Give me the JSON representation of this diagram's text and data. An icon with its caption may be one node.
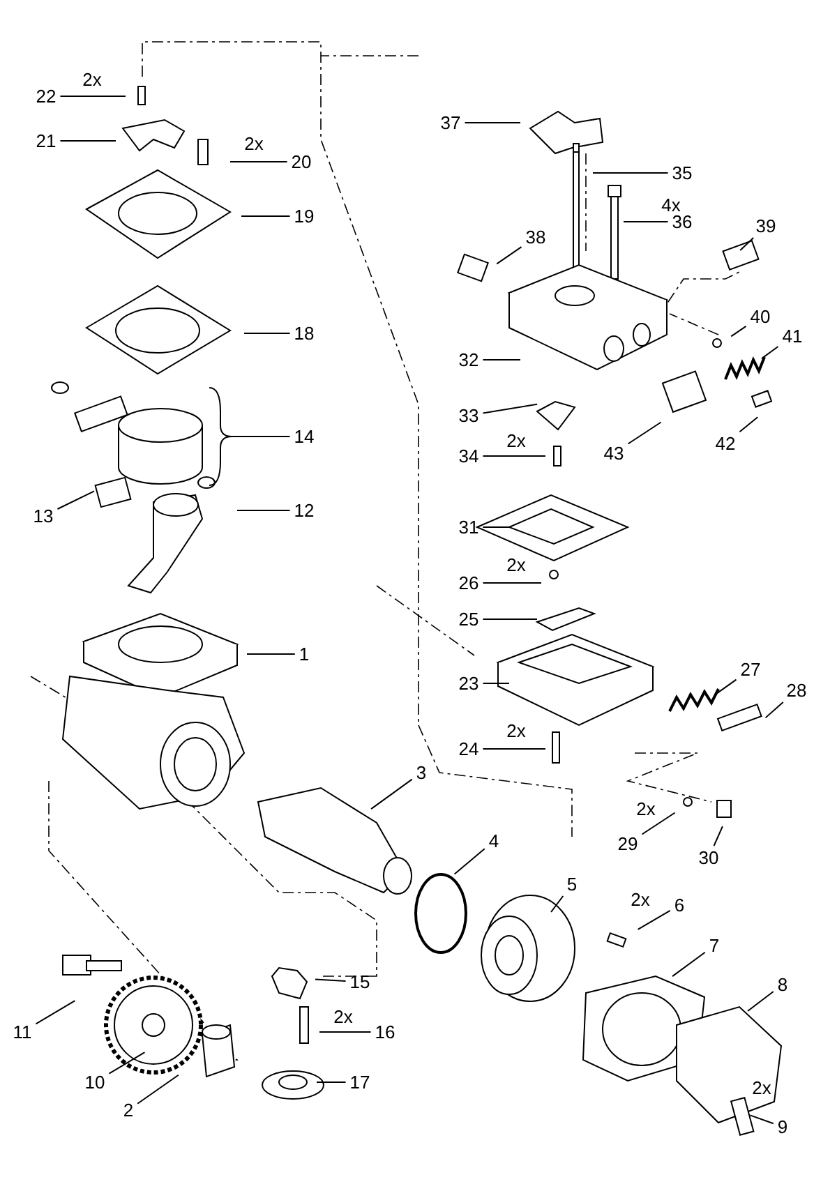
{
  "diagram": {
    "nodes": [
      {
        "text": [
          "22"
        ],
        "beside": [
          "2x"
        ]
      },
      {
        "text": [
          "21"
        ]
      },
      {
        "text": [
          "37"
        ]
      },
      {
        "text": [
          "20"
        ],
        "beside": [
          "2x"
        ]
      },
      {
        "text": [
          "35"
        ]
      },
      {
        "text": [
          "19"
        ]
      },
      {
        "text": [
          "36"
        ],
        "beside": [
          "4x"
        ]
      },
      {
        "text": [
          "39"
        ]
      },
      {
        "text": [
          "38"
        ]
      },
      {
        "text": [
          "18"
        ]
      },
      {
        "text": [
          "40"
        ]
      },
      {
        "text": [
          "41"
        ]
      },
      {
        "text": [
          "32"
        ]
      },
      {
        "text": [
          "33"
        ]
      },
      {
        "text": [
          "14"
        ]
      },
      {
        "text": [
          "42"
        ]
      },
      {
        "text": [
          "43"
        ]
      },
      {
        "text": [
          "34"
        ],
        "beside": [
          "2x"
        ]
      },
      {
        "text": [
          "13"
        ]
      },
      {
        "text": [
          "12"
        ]
      },
      {
        "text": [
          "31"
        ]
      },
      {
        "text": [
          "26"
        ],
        "beside": [
          "2x"
        ]
      },
      {
        "text": [
          "25"
        ]
      },
      {
        "text": [
          "1"
        ]
      },
      {
        "text": [
          "23"
        ]
      },
      {
        "text": [
          "27"
        ]
      },
      {
        "text": [
          "28"
        ]
      },
      {
        "text": [
          "24"
        ],
        "beside": [
          "2x"
        ]
      },
      {
        "text": [
          "3"
        ]
      },
      {
        "text": [
          "4"
        ]
      },
      {
        "text": [
          "29"
        ],
        "beside": [
          "2x"
        ]
      },
      {
        "text": [
          "30"
        ]
      },
      {
        "text": [
          "5"
        ]
      },
      {
        "text": [
          "6"
        ],
        "beside": [
          "2x"
        ]
      },
      {
        "text": [
          "7"
        ]
      },
      {
        "text": [
          "8"
        ]
      },
      {
        "text": [
          "15"
        ]
      },
      {
        "text": [
          "11"
        ]
      },
      {
        "text": [
          "16"
        ],
        "beside": [
          "2x"
        ]
      },
      {
        "text": [
          "10"
        ]
      },
      {
        "text": [
          "17"
        ]
      },
      {
        "text": [
          "2"
        ]
      },
      {
        "text": [
          "9"
        ],
        "beside": [
          "2x"
        ]
      }
    ],
    "edges": [
      {
        "from": 0,
        "to": null,
        "arrow": "none"
      },
      {
        "from": 1,
        "to": null,
        "arrow": "none"
      },
      {
        "from": 2,
        "to": null,
        "arrow": "none"
      },
      {
        "from": 3,
        "to": null,
        "arrow": "none"
      },
      {
        "from": 4,
        "to": null,
        "arrow": "none"
      },
      {
        "from": 5,
        "to": null,
        "arrow": "none"
      },
      {
        "from": 6,
        "to": null,
        "arrow": "none"
      },
      {
        "from": 7,
        "to": null,
        "arrow": "none"
      },
      {
        "from": 8,
        "to": null,
        "arrow": "none"
      },
      {
        "from": 9,
        "to": null,
        "arrow": "none"
      },
      {
        "from": 10,
        "to": null,
        "arrow": "none"
      },
      {
        "from": 11,
        "to": null,
        "arrow": "none"
      },
      {
        "from": 12,
        "to": null,
        "arrow": "none"
      },
      {
        "from": 13,
        "to": null,
        "arrow": "none"
      },
      {
        "from": 14,
        "to": null,
        "arrow": "none"
      },
      {
        "from": 15,
        "to": null,
        "arrow": "none"
      },
      {
        "from": 16,
        "to": null,
        "arrow": "none"
      },
      {
        "from": 17,
        "to": null,
        "arrow": "none"
      },
      {
        "from": 18,
        "to": null,
        "arrow": "none"
      },
      {
        "from": 19,
        "to": null,
        "arrow": "none"
      },
      {
        "from": 20,
        "to": null,
        "arrow": "none"
      },
      {
        "from": 21,
        "to": null,
        "arrow": "none"
      },
      {
        "from": 22,
        "to": null,
        "arrow": "none"
      },
      {
        "from": 23,
        "to": null,
        "arrow": "none"
      },
      {
        "from": 24,
        "to": null,
        "arrow": "none"
      },
      {
        "from": 25,
        "to": null,
        "arrow": "none"
      },
      {
        "from": 26,
        "to": null,
        "arrow": "none"
      },
      {
        "from": 27,
        "to": null,
        "arrow": "none"
      },
      {
        "from": 28,
        "to": null,
        "arrow": "none"
      },
      {
        "from": 29,
        "to": null,
        "arrow": "none"
      },
      {
        "from": 30,
        "to": null,
        "arrow": "none"
      },
      {
        "from": 31,
        "to": null,
        "arrow": "none"
      },
      {
        "from": 32,
        "to": null,
        "arrow": "none"
      },
      {
        "from": 33,
        "to": null,
        "arrow": "none"
      },
      {
        "from": 34,
        "to": null,
        "arrow": "none"
      },
      {
        "from": 35,
        "to": null,
        "arrow": "none"
      },
      {
        "from": 36,
        "to": null,
        "arrow": "none"
      },
      {
        "from": 37,
        "to": null,
        "arrow": "none"
      },
      {
        "from": 38,
        "to": null,
        "arrow": "none"
      },
      {
        "from": 39,
        "to": null,
        "arrow": "none"
      },
      {
        "from": 40,
        "to": null,
        "arrow": "none"
      },
      {
        "from": 41,
        "to": null,
        "arrow": "none"
      },
      {
        "from": 42,
        "to": null,
        "arrow": "none"
      }
    ]
  }
}
